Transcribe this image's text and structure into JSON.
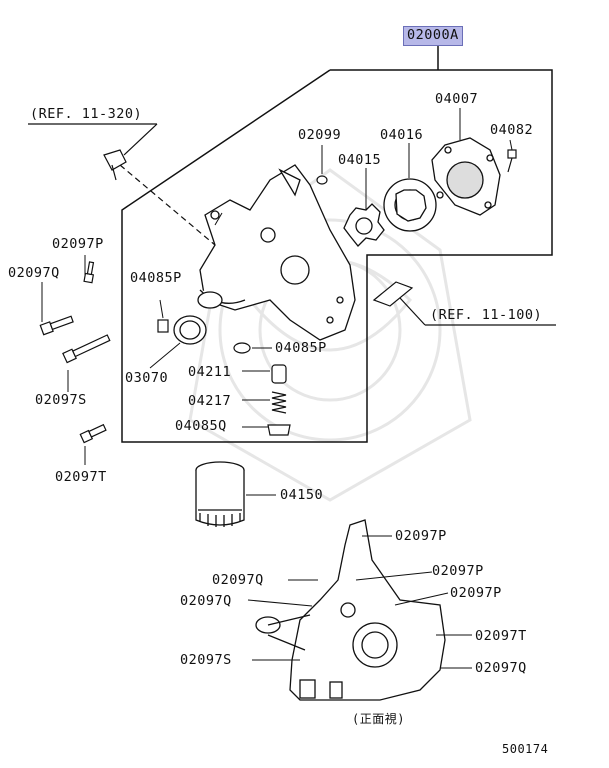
{
  "assembly": {
    "part_no": "02000A",
    "highlight_color": "#b7b8e8"
  },
  "references": {
    "top": "(REF. 11-320)",
    "mid": "(REF. 11-100)"
  },
  "labels": {
    "p02099": "02099",
    "p04016": "04016",
    "p04007": "04007",
    "p04082": "04082",
    "p04015": "04015",
    "p02097P_a": "02097P",
    "p02097Q_a": "02097Q",
    "p04085P_a": "04085P",
    "p02097S_a": "02097S",
    "p03070": "03070",
    "p04085P_b": "04085P",
    "p04211": "04211",
    "p04217": "04217",
    "p04085Q": "04085Q",
    "p02097T_a": "02097T",
    "p04150": "04150",
    "p02097P_b": "02097P",
    "p02097Q_b": "02097Q",
    "p02097P_c": "02097P",
    "p02097Q_c": "02097Q",
    "p02097P_d": "02097P",
    "p02097T_b": "02097T",
    "p02097S_b": "02097S",
    "p02097Q_d": "02097Q"
  },
  "view_caption": "(正面視)",
  "diagram_number": "500174",
  "icons": [
    "bolt-icon",
    "oil-filter-icon",
    "oil-pump-housing-icon",
    "gear-icon",
    "spring-icon",
    "seal-ring-icon",
    "plug-icon",
    "pipe-clip-icon",
    "watermark-emblem-icon"
  ]
}
